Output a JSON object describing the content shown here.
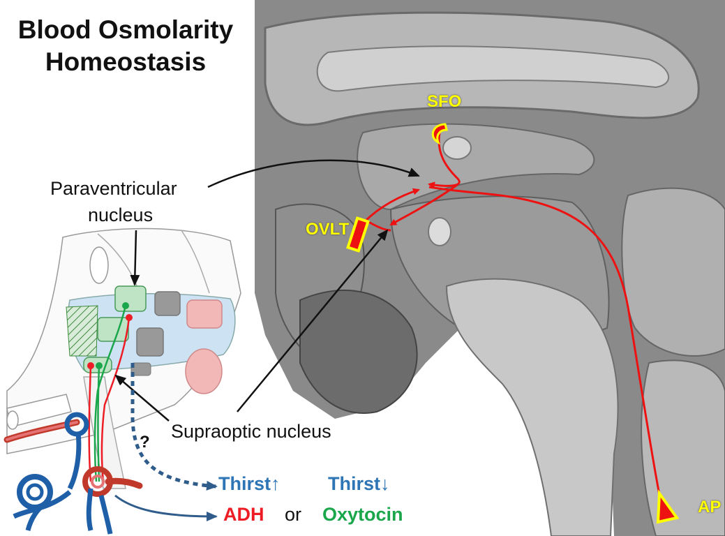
{
  "title_line1": "Blood Osmolarity",
  "title_line2": "Homeostasis",
  "labels": {
    "paraventricular_line1": "Paraventricular",
    "paraventricular_line2": "nucleus",
    "supraoptic": "Supraoptic nucleus",
    "question": "?",
    "sfo": "SFO",
    "ovlt": "OVLT",
    "ap": "AP"
  },
  "outputs": {
    "thirst_up": "Thirst",
    "thirst_down": "Thirst",
    "adh": "ADH",
    "or": "or",
    "oxytocin": "Oxytocin"
  },
  "colors": {
    "adh": "#ee1c24",
    "oxytocin": "#1aa64a",
    "thirst": "#2e75b6",
    "organ_label": "#ffff00",
    "pathway": "#ee1111"
  }
}
